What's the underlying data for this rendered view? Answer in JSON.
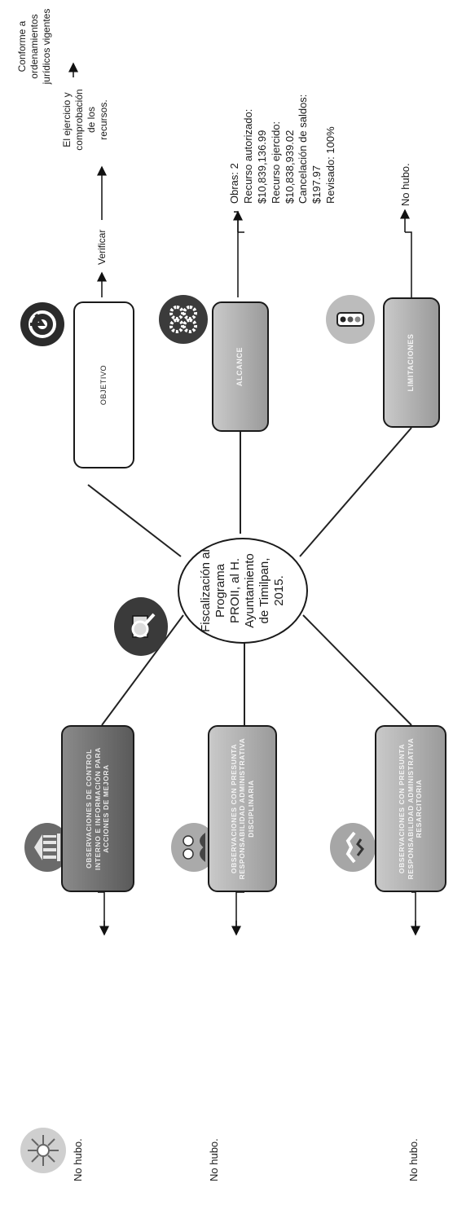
{
  "center": {
    "title": "Fiscalización al Programa PROII, al H. Ayuntamiento de Timilpan, 2015."
  },
  "branches": {
    "objetivo": {
      "label": "OBJETIVO",
      "arrow_label": "Verificar",
      "target_1": "El ejercicio y\ncomprobación\nde los\nrecursos.",
      "target_2": "Conforme a\nordenamientos\njurídicos vigentes"
    },
    "alcance": {
      "label": "ALCANCE",
      "details": "Obras: 2\nRecurso autorizado:\n$10,839,136.99\nRecurso ejercido:\n$10,838,939.02\nCancelación de saldos:\n$197.97\nRevisado: 100%"
    },
    "limitaciones": {
      "label": "LIMITACIONES",
      "result": "No hubo."
    },
    "control_interno": {
      "label": "OBSERVACIONES DE CONTROL INTERNO E INFORMACIÓN PARA ACCIONES DE MEJORA",
      "result": "No hubo."
    },
    "responsabilidad_disciplinaria": {
      "label": "OBSERVACIONES CON PRESUNTA RESPONSABILIDAD ADMINISTRATIVA DISCIPLINARIA",
      "result": "No hubo."
    },
    "responsabilidad_resarcitoria": {
      "label": "OBSERVACIONES CON PRESUNTA RESPONSABILIDAD ADMINISTRATIVA RESARCITORIA",
      "result": "No hubo."
    }
  },
  "icons": {
    "center": "magnifier-money-icon",
    "objetivo": "target-icon",
    "alcance": "gears-icon",
    "limitaciones": "traffic-light-icon",
    "control_interno": "building-icon",
    "disciplinaria": "people-icon",
    "resarcitoria": "handshake-icon",
    "corner": "network-icon"
  }
}
